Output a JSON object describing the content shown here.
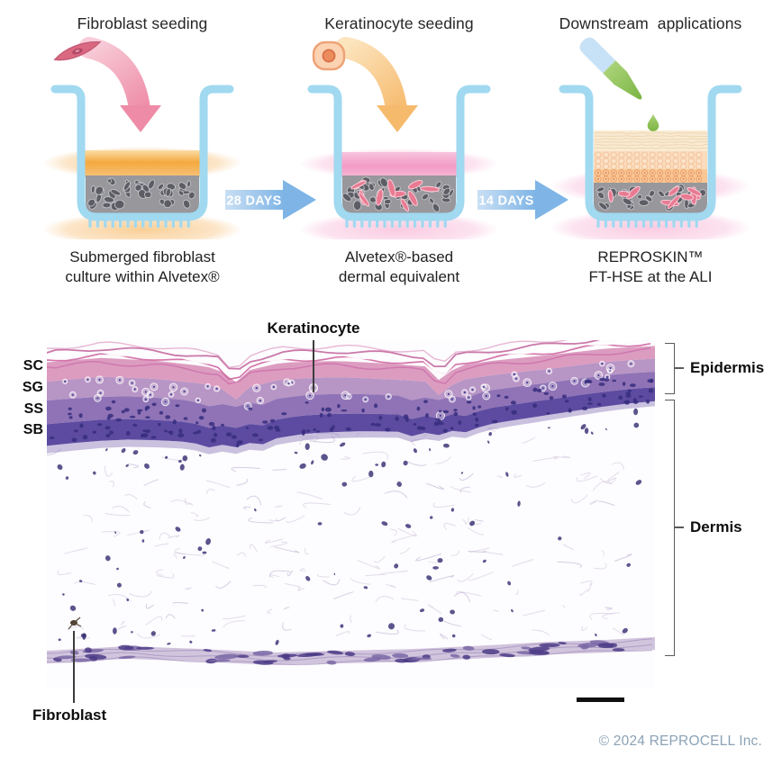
{
  "figure": {
    "workflow": {
      "steps": [
        {
          "title": "Fibroblast seeding",
          "caption": "Submerged fibroblast\nculture within Alvetex®",
          "cell_icon": "fibroblast-cell",
          "medium_color": "#f4a93e"
        },
        {
          "title": "Keratinocyte seeding",
          "caption": "Alvetex®-based\ndermal equivalent",
          "cell_icon": "keratinocyte-cell",
          "medium_color": "#f29bc6"
        },
        {
          "title": "Downstream  applications",
          "caption": "REPROSKIN™\nFT-HSE at the ALI",
          "cell_icon": "pipette",
          "medium_color": "#f6b8d6"
        }
      ],
      "arrows": [
        {
          "label": "28 DAYS"
        },
        {
          "label": "14 DAYS"
        }
      ],
      "arrow_color": "#7fb5e6",
      "well_color": "#a0d9f0",
      "scaffold_color": "#97979c",
      "dermal_cell_color": "#e87a92"
    },
    "histology": {
      "keratinocyte_label": "Keratinocyte",
      "fibroblast_label": "Fibroblast",
      "epidermis_label": "Epidermis",
      "dermis_label": "Dermis",
      "strata_labels": [
        "SC",
        "SG",
        "SS",
        "SB"
      ]
    },
    "footer": {
      "copyright": "© 2024 REPROCELL Inc.",
      "color": "#8ba2b6"
    }
  }
}
